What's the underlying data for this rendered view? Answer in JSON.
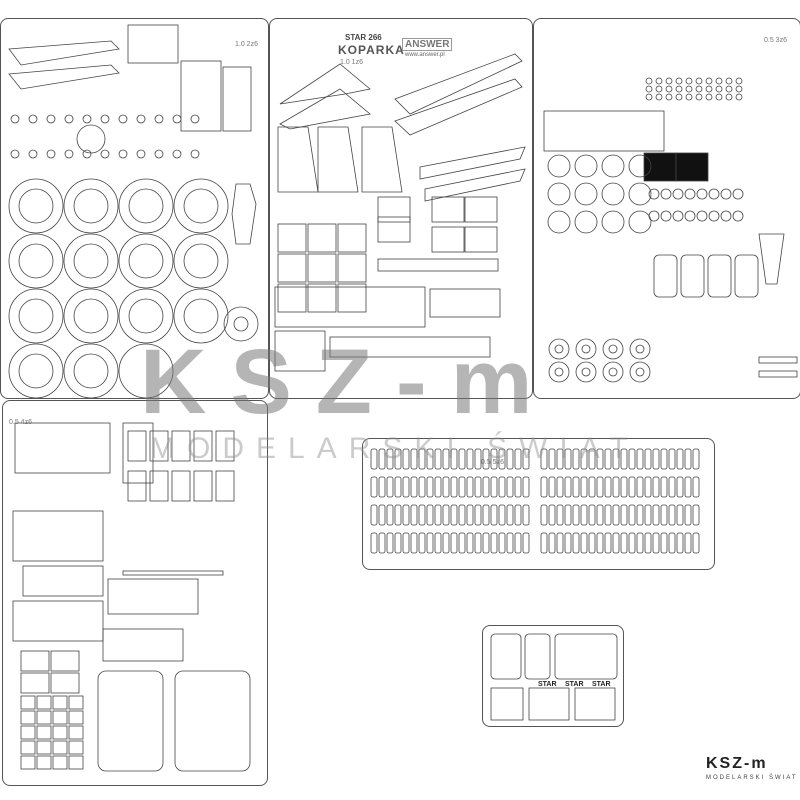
{
  "sheets": [
    {
      "id": "sheet-1",
      "label": "1.0  2z6"
    },
    {
      "id": "sheet-2",
      "label": "1.0  1z6"
    },
    {
      "id": "sheet-3",
      "label": "0.5  3z6"
    },
    {
      "id": "sheet-4",
      "label": "0.5  4z6"
    },
    {
      "id": "sheet-5",
      "label": "0.5  5z6"
    },
    {
      "id": "sheet-6",
      "label": ""
    }
  ],
  "header": {
    "model": "STAR 266",
    "product": "KOPARKA",
    "brand": "ANSWER",
    "url": "www.answer.pl"
  },
  "watermark": {
    "main": "KSZ-m",
    "sub": "MODELARSKI ŚWIAT"
  },
  "logo": {
    "main": "KSZ-m",
    "sub": "MODELARSKI ŚWIAT"
  },
  "cab_text": "STAR"
}
